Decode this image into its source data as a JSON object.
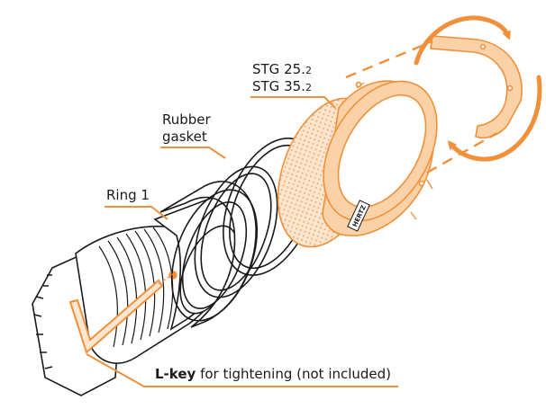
{
  "labels": {
    "stg_line1": "STG 25.",
    "stg_line1_sub": "2",
    "stg_line2": "STG 35.",
    "stg_line2_sub": "2",
    "rubber_line1": "Rubber",
    "rubber_line2": "gasket",
    "ring": "Ring 1",
    "lkey_bold": "L-key",
    "lkey_rest": " for tightening (not included)"
  },
  "brand_mark": "HERTZ",
  "colors": {
    "accent": "#f0903a",
    "accent_fill": "#fbd2a8",
    "accent_light": "#fde6cf",
    "line": "#1a1a1a"
  },
  "icons": {
    "rotation": "rotate-arrows-icon"
  }
}
